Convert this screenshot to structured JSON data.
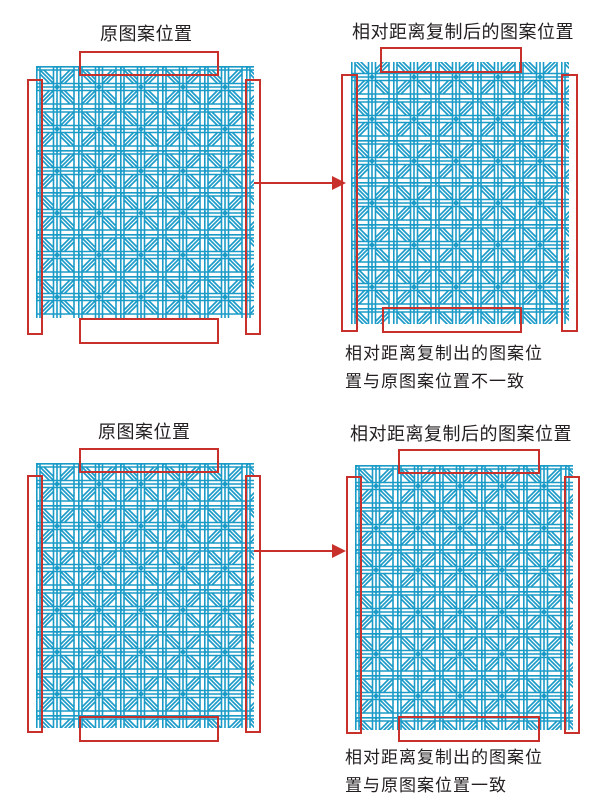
{
  "colors": {
    "pattern": "#1a9bc7",
    "highlight": "#c8302b",
    "text": "#231f20",
    "background": "#ffffff"
  },
  "panels": [
    {
      "id": "top-original",
      "title": "原图案位置",
      "caption": null
    },
    {
      "id": "top-copied",
      "title": "相对距离复制后的图案位置",
      "caption_line1": "相对距离复制出的图案位",
      "caption_line2": "置与原图案位置不一致"
    },
    {
      "id": "bottom-original",
      "title": "原图案位置",
      "caption": null
    },
    {
      "id": "bottom-copied",
      "title": "相对距离复制后的图案位置",
      "caption_line1": "相对距离复制出的图案位",
      "caption_line2": "置与原图案位置一致"
    }
  ],
  "arrows": [
    {
      "from": "top-original",
      "to": "top-copied"
    },
    {
      "from": "bottom-original",
      "to": "bottom-copied"
    }
  ]
}
